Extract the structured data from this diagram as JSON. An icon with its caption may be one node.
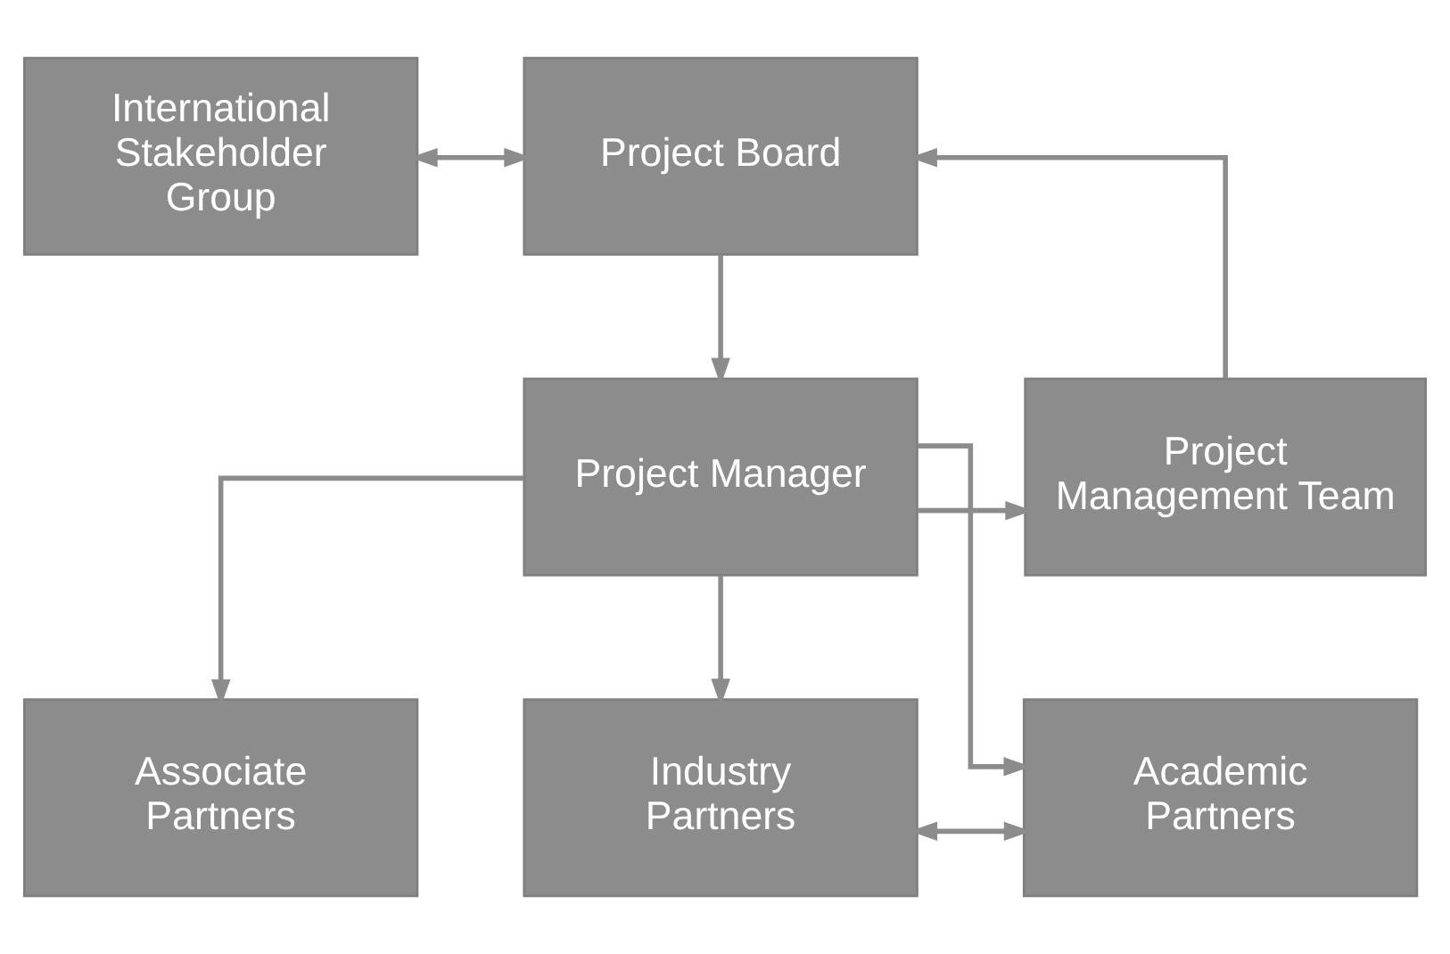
{
  "diagram": {
    "nodes": [
      {
        "text": [
          "International Stakeholder Group"
        ]
      },
      {
        "text": [
          "Project Board"
        ]
      },
      {
        "text": [
          "Project Manager"
        ]
      },
      {
        "text": [
          "Project Management Team"
        ]
      },
      {
        "text": [
          "Associate Partners"
        ]
      },
      {
        "text": [
          "Industry Partners"
        ]
      },
      {
        "text": [
          "Academic Partners"
        ]
      }
    ],
    "edges": [
      {
        "from": 0,
        "to": 1,
        "arrow": "both"
      },
      {
        "from": 1,
        "to": 2,
        "arrow": "to"
      },
      {
        "from": 2,
        "to": 3,
        "arrow": "to"
      },
      {
        "from": 3,
        "to": 1,
        "arrow": "to"
      },
      {
        "from": 2,
        "to": 4,
        "arrow": "to"
      },
      {
        "from": 2,
        "to": 5,
        "arrow": "to"
      },
      {
        "from": 2,
        "to": 6,
        "arrow": "to"
      },
      {
        "from": 5,
        "to": 6,
        "arrow": "both"
      }
    ]
  }
}
